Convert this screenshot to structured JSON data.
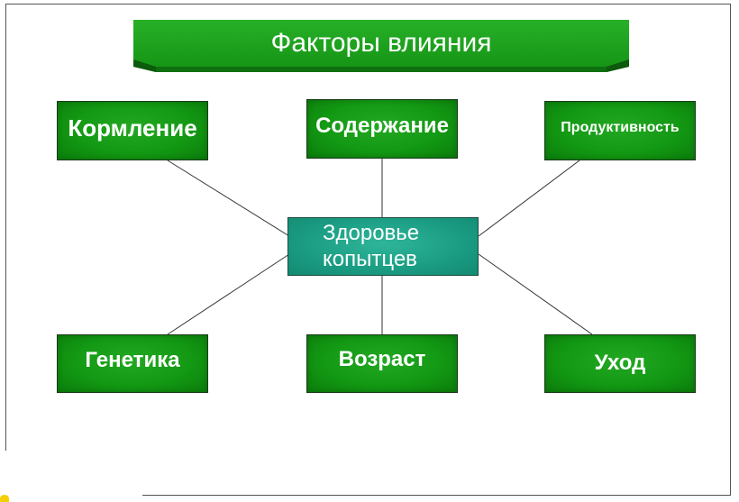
{
  "title": "Факторы влияния",
  "center": {
    "line1": "Здоровье",
    "line2": "копытцев"
  },
  "factors": {
    "feeding": "Кормление",
    "housing": "Содержание",
    "productivity": "Продуктивность",
    "genetics": "Генетика",
    "age": "Возраст",
    "care": "Уход"
  },
  "colors": {
    "banner": "#1fa01f",
    "box": "#139913",
    "center": "#1a9c82"
  }
}
